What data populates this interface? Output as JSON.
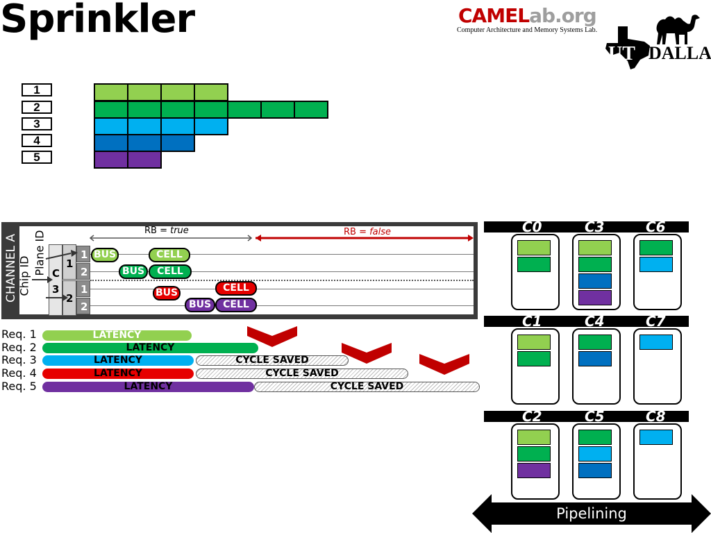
{
  "title": "Sprinkler",
  "logo": {
    "camel": "CAMEL",
    "lab": "ab.org",
    "subtitle": "Computer Architecture and Memory Systems Lab.",
    "ut": "UT",
    "dallas": "DALLAS"
  },
  "colors": {
    "req1": "#92d050",
    "req2": "#00b050",
    "req3": "#00b0f0",
    "req4": "#0070c0",
    "req5": "#7030a0",
    "red": "#e60000",
    "darkred": "#c00000"
  },
  "requests": [
    {
      "label": "1",
      "blocks": 4,
      "color": "#92d050"
    },
    {
      "label": "2",
      "blocks": 7,
      "color": "#00b050"
    },
    {
      "label": "3",
      "blocks": 4,
      "color": "#00b0f0"
    },
    {
      "label": "4",
      "blocks": 3,
      "color": "#0070c0"
    },
    {
      "label": "5",
      "blocks": 2,
      "color": "#7030a0"
    }
  ],
  "channel": {
    "label": "CHANNEL A",
    "chip_id": "Chip ID",
    "plane_id": "Plane ID",
    "rb_true": "RB = ",
    "rb_true_value": "true",
    "rb_false": "RB = ",
    "rb_false_value": "false",
    "chip_c": "C",
    "chip_1": "1",
    "chip_3": "3",
    "chip_2": "2",
    "plane_labels": [
      "1",
      "2",
      "1",
      "2"
    ],
    "bus": "BUS",
    "cell": "CELL"
  },
  "timeline": {
    "req_labels": [
      "Req. 1",
      "Req. 2",
      "Req. 3",
      "Req. 4",
      "Req. 5"
    ],
    "latency": "LATENCY",
    "cycle_saved": "CYCLE SAVED"
  },
  "chips": {
    "groups": [
      [
        "C0",
        "C3",
        "C6"
      ],
      [
        "C1",
        "C4",
        "C7"
      ],
      [
        "C2",
        "C5",
        "C8"
      ]
    ]
  },
  "pipelining": "Pipelining"
}
